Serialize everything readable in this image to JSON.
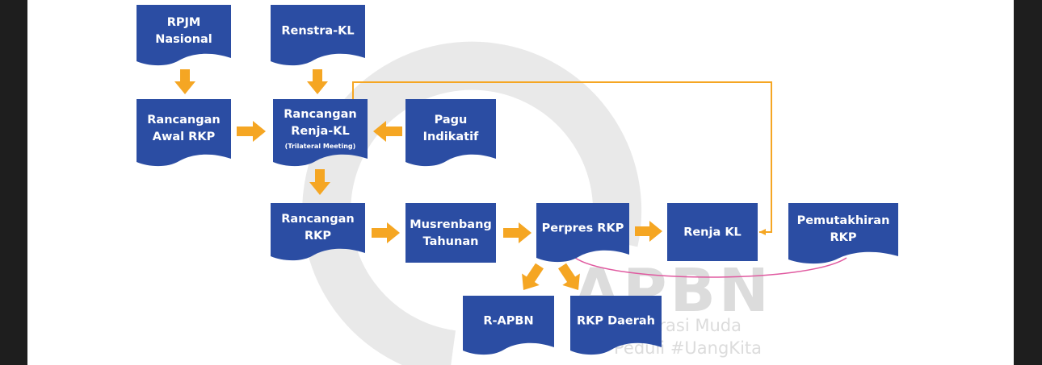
{
  "colors": {
    "box": "#2b4da3",
    "arrow": "#f5a623",
    "feedback_line": "#f5a623",
    "curve": "#e05aa0",
    "watermark": "#dcdcdc"
  },
  "watermark": {
    "brand": "APBN",
    "tagline_1": "Generasi Muda",
    "tagline_2": "Peduli #UangKita"
  },
  "boxes": {
    "rpjm": "RPJM\nNasional",
    "renstra": "Renstra-KL",
    "awal_rkp": "Rancangan\nAwal RKP",
    "renja_kl_draft": "Rancangan\nRenja-KL",
    "renja_kl_draft_note": "(Trilateral Meeting)",
    "pagu": "Pagu\nIndikatif",
    "rancangan_rkp": "Rancangan\nRKP",
    "musrenbang": "Musrenbang\nTahunan",
    "perpres": "Perpres RKP",
    "renja_kl": "Renja KL",
    "pemutakhiran": "Pemutakhiran\nRKP",
    "rapbn": "R-APBN",
    "rkp_daerah": "RKP Daerah"
  }
}
